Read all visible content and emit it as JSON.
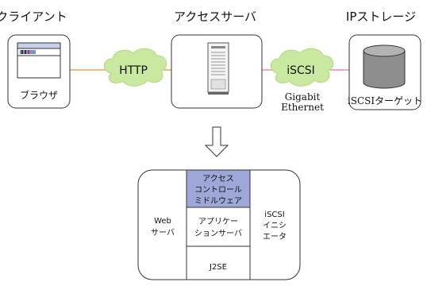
{
  "top_labels": {
    "client": "クライアント",
    "access_server": "アクセスサーバ",
    "ip_storage": "IPストレージ"
  },
  "clouds": {
    "http": "HTTP",
    "iscsi": "iSCSI"
  },
  "boxes": {
    "browser_label": "ブラウザ",
    "storage_label": "iSCSIターゲット"
  },
  "link": {
    "gigabit_line1": "Gigabit",
    "gigabit_line2": "Ethernet"
  },
  "stack": {
    "web_server": [
      "Web",
      "サーバ"
    ],
    "access_control": [
      "アクセス",
      "コントロール",
      "ミドルウェア"
    ],
    "app_server": [
      "アプリケー",
      "ションサーバ"
    ],
    "j2se": "J2SE",
    "iscsi_initiator": [
      "iSCSI",
      "イニシ",
      "エータ"
    ]
  },
  "colors": {
    "orange_link": "#f2a45c",
    "pink_link": "#e88bb0",
    "cloud_fill": "#c9e8a0",
    "cloud_stroke": "#b6dc86",
    "middleware_fill": "#9ea8d8",
    "border": "#333333"
  }
}
